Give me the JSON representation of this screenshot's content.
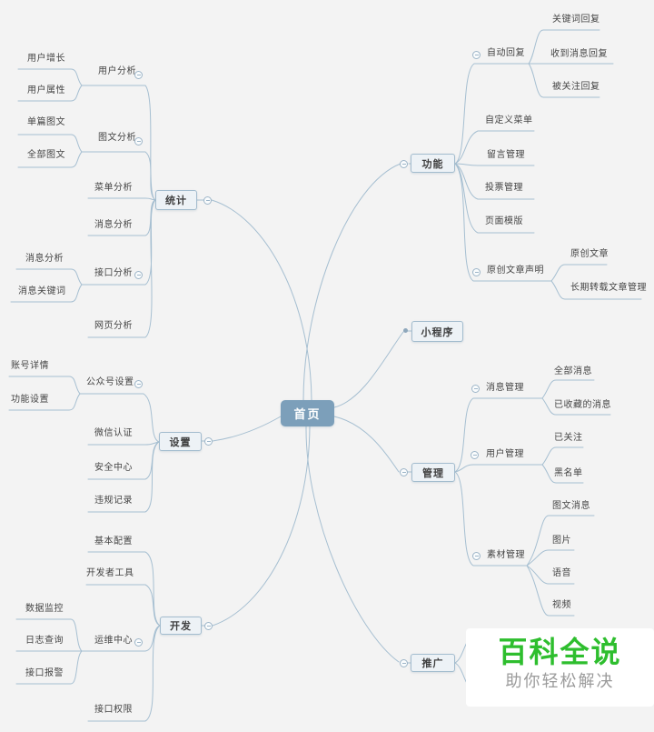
{
  "root": {
    "label": "首页"
  },
  "left": [
    {
      "label": "统计",
      "children": [
        {
          "label": "用户分析",
          "children": [
            {
              "label": "用户增长"
            },
            {
              "label": "用户属性"
            }
          ]
        },
        {
          "label": "图文分析",
          "children": [
            {
              "label": "单篇图文"
            },
            {
              "label": "全部图文"
            }
          ]
        },
        {
          "label": "菜单分析"
        },
        {
          "label": "消息分析"
        },
        {
          "label": "接口分析",
          "children": [
            {
              "label": "消息分析"
            },
            {
              "label": "消息关键词"
            }
          ]
        },
        {
          "label": "网页分析"
        }
      ]
    },
    {
      "label": "设置",
      "children": [
        {
          "label": "公众号设置",
          "children": [
            {
              "label": "账号详情"
            },
            {
              "label": "功能设置"
            }
          ]
        },
        {
          "label": "微信认证"
        },
        {
          "label": "安全中心"
        },
        {
          "label": "违规记录"
        }
      ]
    },
    {
      "label": "开发",
      "children": [
        {
          "label": "基本配置"
        },
        {
          "label": "开发者工具"
        },
        {
          "label": "运维中心",
          "children": [
            {
              "label": "数据监控"
            },
            {
              "label": "日志查询"
            },
            {
              "label": "接口报警"
            }
          ]
        },
        {
          "label": "接口权限"
        }
      ]
    }
  ],
  "right": [
    {
      "label": "功能",
      "children": [
        {
          "label": "自动回复",
          "children": [
            {
              "label": "关键词回复"
            },
            {
              "label": "收到消息回复"
            },
            {
              "label": "被关注回复"
            }
          ]
        },
        {
          "label": "自定义菜单"
        },
        {
          "label": "留言管理"
        },
        {
          "label": "投票管理"
        },
        {
          "label": "页面模版"
        },
        {
          "label": "原创文章声明",
          "children": [
            {
              "label": "原创文章"
            },
            {
              "label": "长期转载文章管理"
            }
          ]
        }
      ]
    },
    {
      "label": "小程序"
    },
    {
      "label": "管理",
      "children": [
        {
          "label": "消息管理",
          "children": [
            {
              "label": "全部消息"
            },
            {
              "label": "已收藏的消息"
            }
          ]
        },
        {
          "label": "用户管理",
          "children": [
            {
              "label": "已关注"
            },
            {
              "label": "黑名单"
            }
          ]
        },
        {
          "label": "素材管理",
          "children": [
            {
              "label": "图文消息"
            },
            {
              "label": "图片"
            },
            {
              "label": "语音"
            },
            {
              "label": "视频"
            }
          ]
        }
      ]
    },
    {
      "label": "推广"
    }
  ],
  "watermark": {
    "title": "百科全说",
    "subtitle": "助你轻松解决"
  },
  "colors": {
    "background": "#F3F3F3",
    "line": "#A6BFD1",
    "box_fill": "#EDF2F6",
    "box_border": "#A3BCCE",
    "text": "#454545",
    "root_fill": "#7C9FBA",
    "watermark_green": "#2EBE2E",
    "watermark_gray": "#9B9B9B"
  }
}
